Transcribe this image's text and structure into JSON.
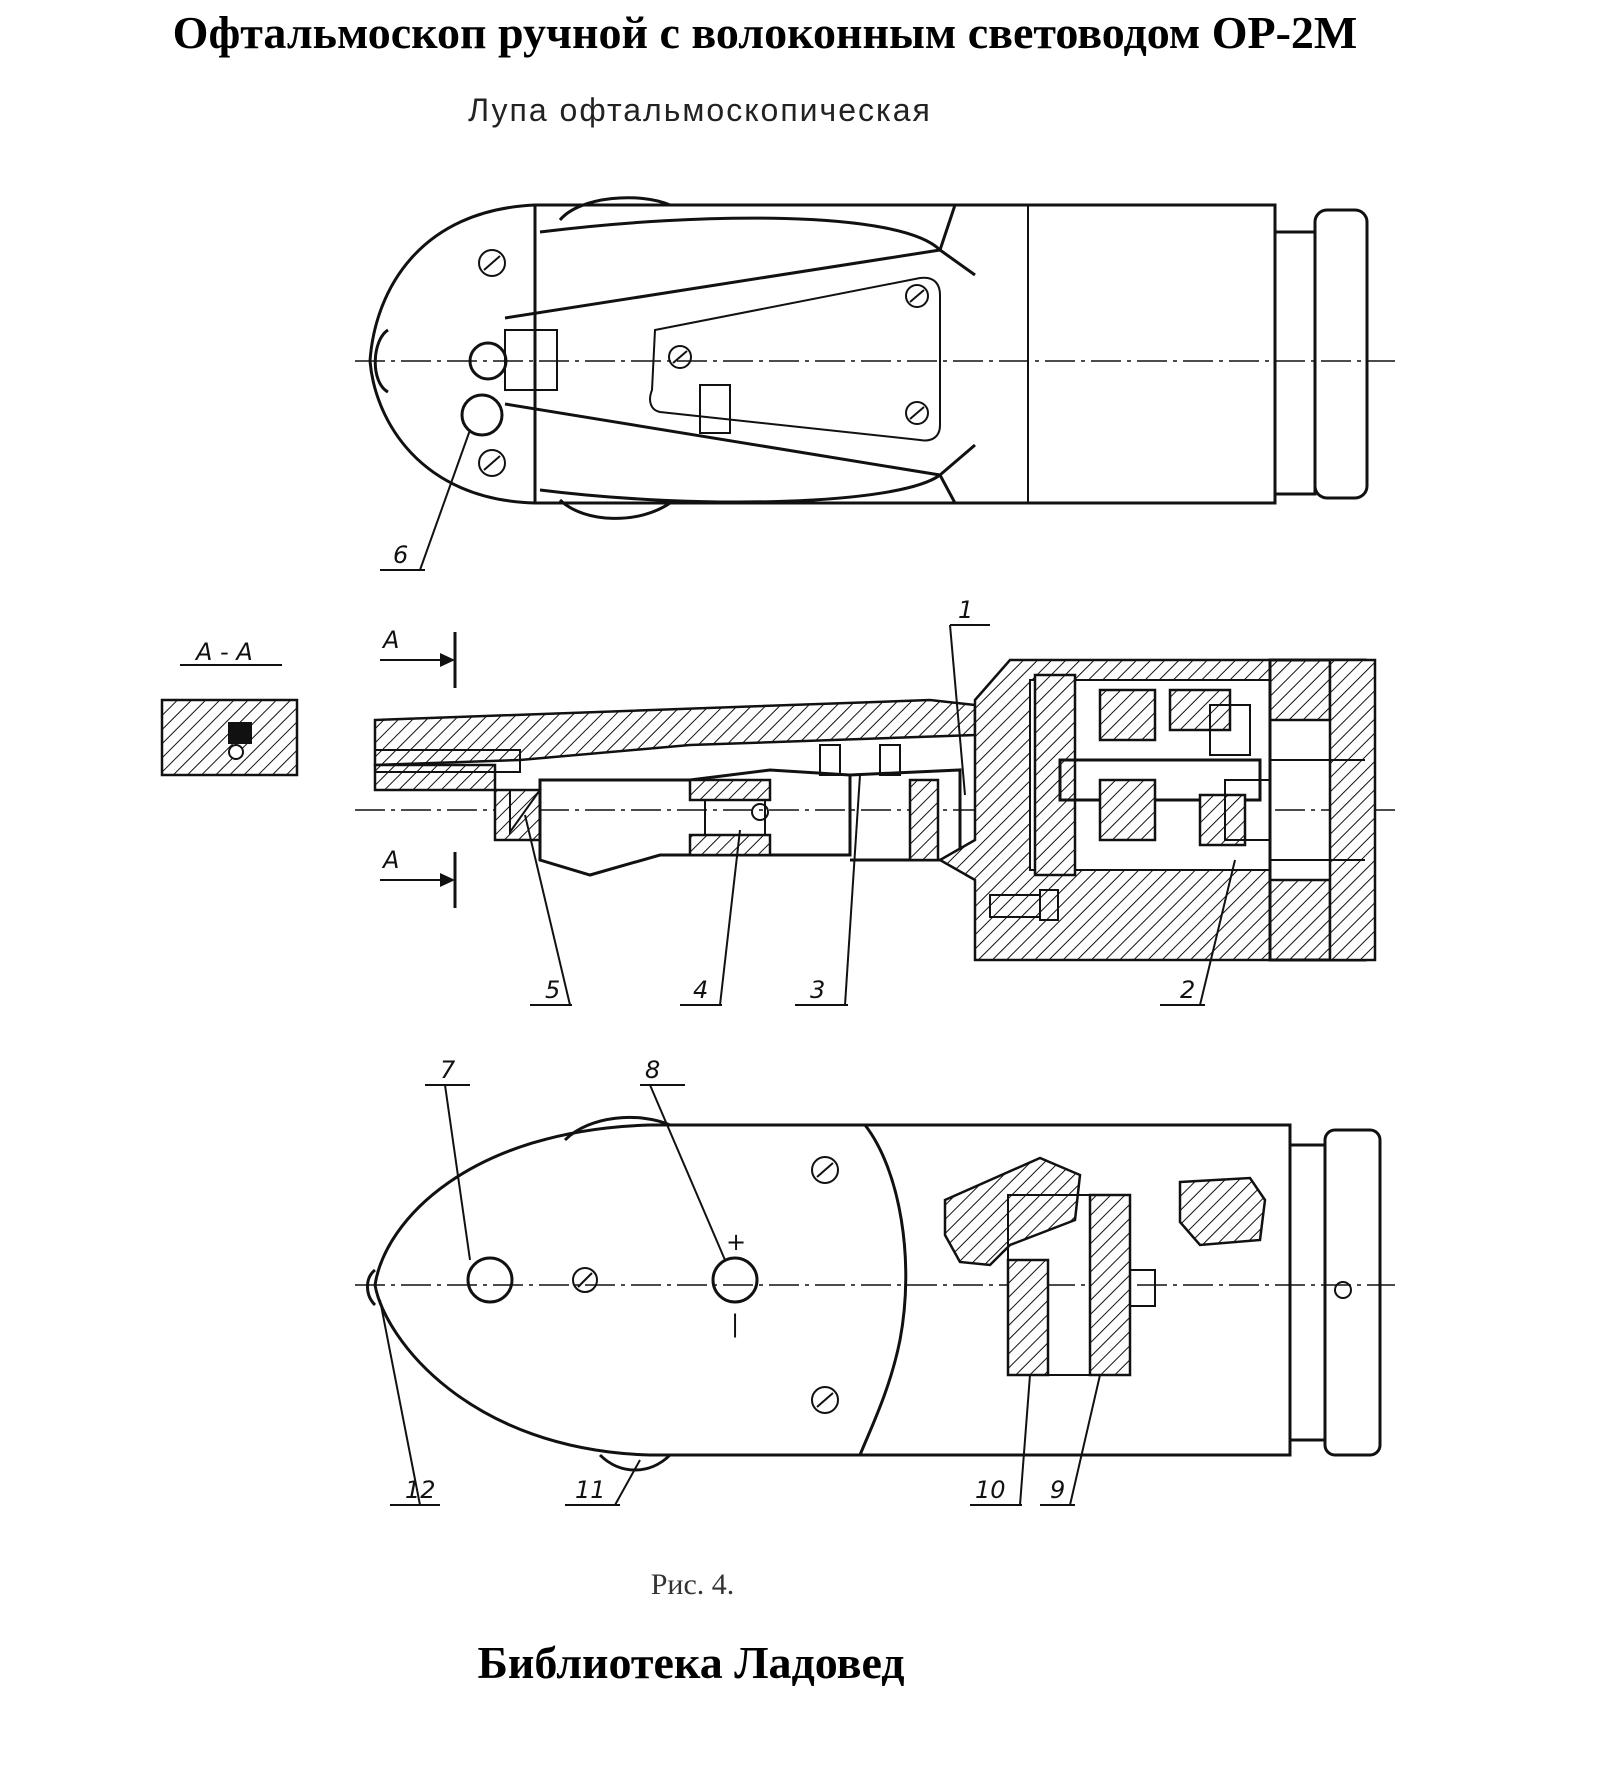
{
  "title": "Офтальмоскоп ручной с волоконным световодом ОР-2М",
  "subtitle": "Лупа офтальмоскопическая",
  "section_label": "А - А",
  "arrow_label_top": "А",
  "arrow_label_bottom": "А",
  "callouts": {
    "c1": "1",
    "c2": "2",
    "c3": "3",
    "c4": "4",
    "c5": "5",
    "c6": "6",
    "c7": "7",
    "c8": "8",
    "c9": "9",
    "c10": "10",
    "c11": "11",
    "c12": "12"
  },
  "plus_mark": "+",
  "minus_mark": "|",
  "caption": "Рис. 4.",
  "footer": "Библиотека Ладовед"
}
